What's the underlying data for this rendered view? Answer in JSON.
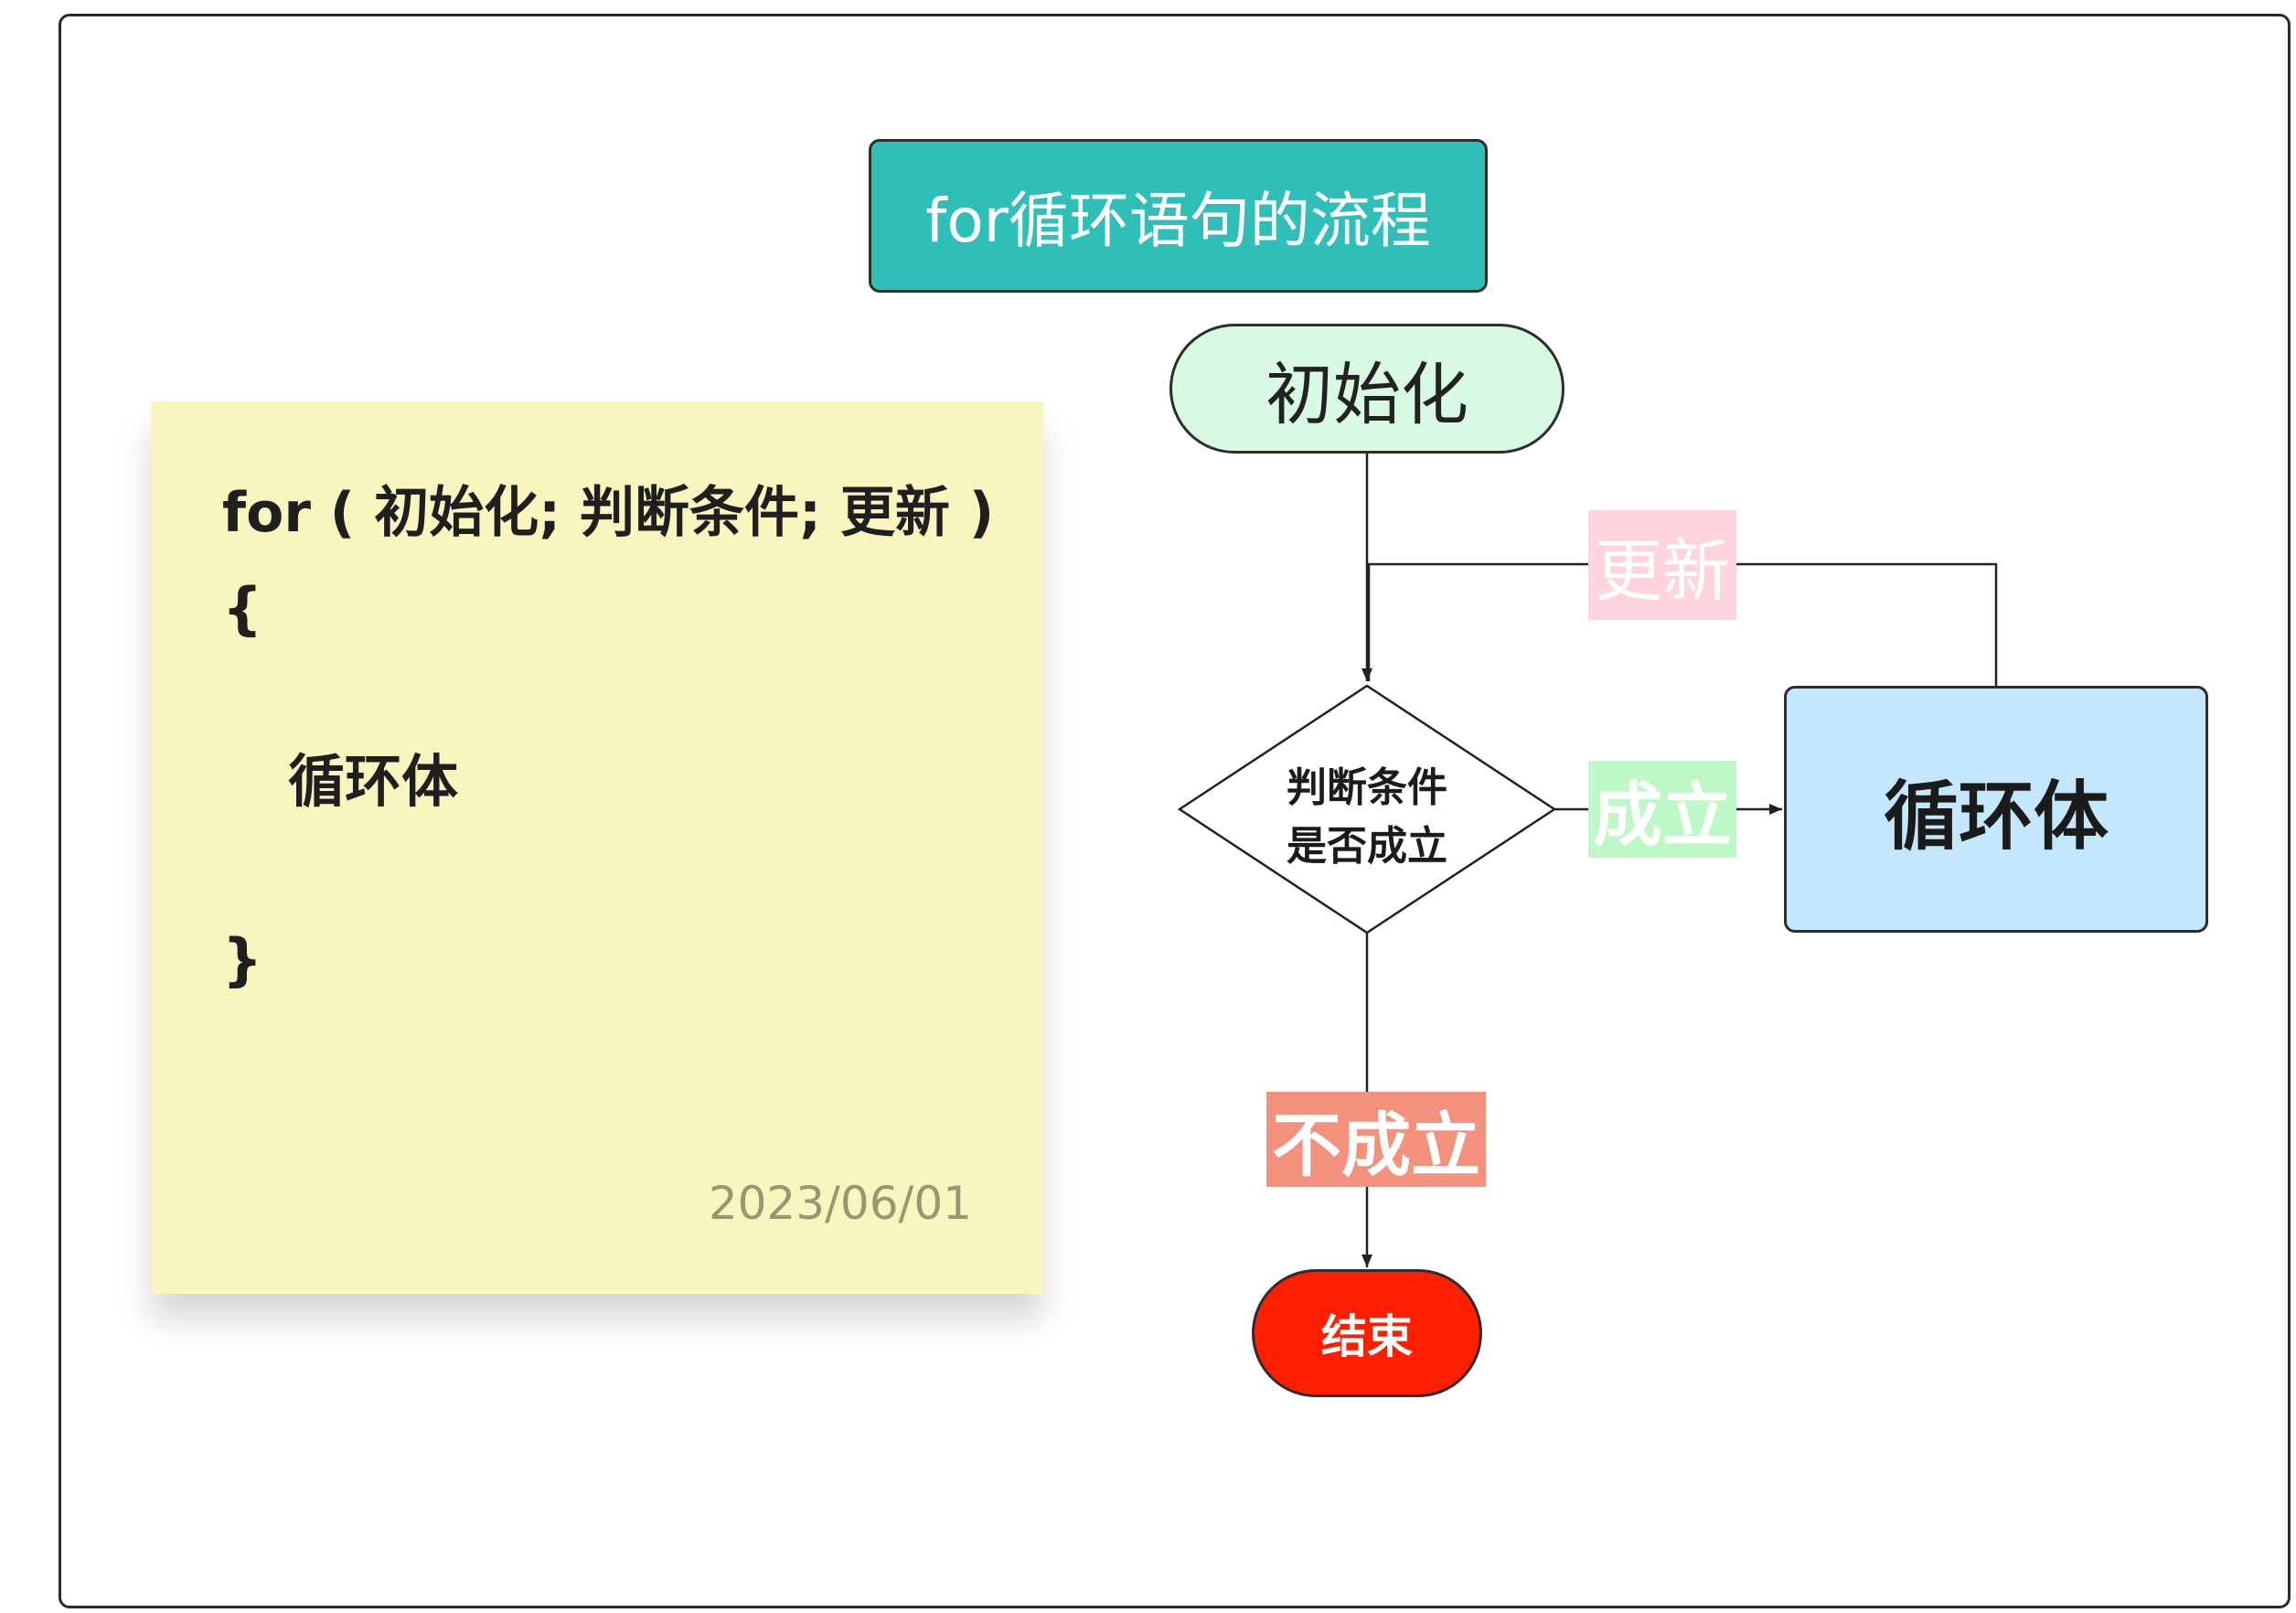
{
  "diagram": {
    "title": "for循环语句的流程",
    "nodes": {
      "init": "初始化",
      "condition_line1": "判断条件",
      "condition_line2": "是否成立",
      "body": "循环体",
      "end": "结束"
    },
    "edge_labels": {
      "update": "更新",
      "true": "成立",
      "false": "不成立"
    }
  },
  "note": {
    "line1": "for ( 初始化; 判断条件; 更新 )",
    "line2": "{",
    "line3": "循环体",
    "line4": "}",
    "date": "2023/06/01"
  },
  "colors": {
    "title_fill": "#2fbfb8",
    "init_fill": "#d8f9e2",
    "body_fill": "#c3e8fd",
    "end_fill": "#ff1f00",
    "note_fill": "#f9f5bf",
    "update_tag": "#ffd4dc",
    "true_tag": "#bff8c7",
    "false_tag": "#f3917d"
  }
}
